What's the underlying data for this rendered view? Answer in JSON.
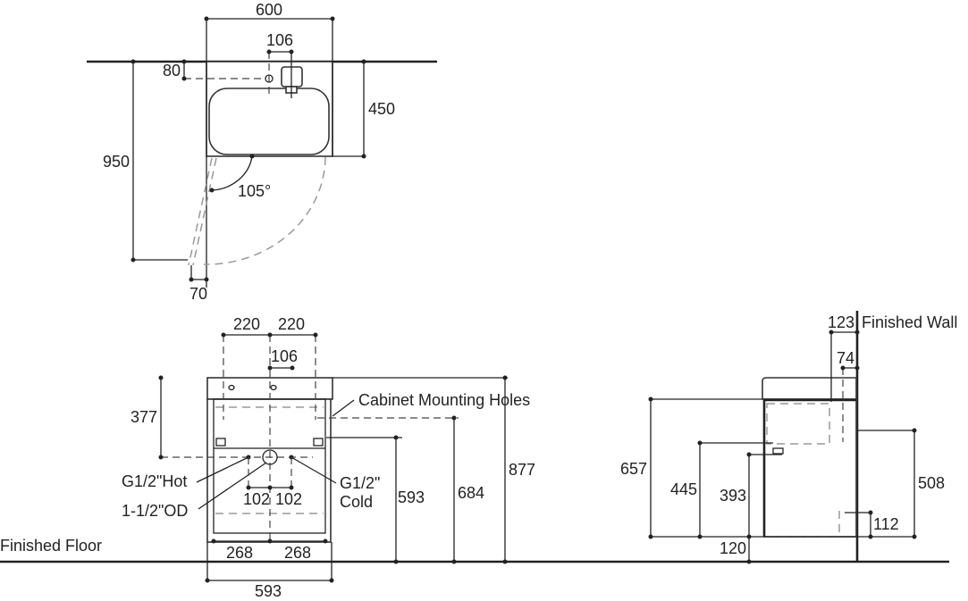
{
  "top_view": {
    "width": "600",
    "tap_offset": "106",
    "wall_offset": "80",
    "depth": "450",
    "door_clearance": "950",
    "door_angle": "105°",
    "door_projection": "70"
  },
  "front_view": {
    "hole_spacing_left": "220",
    "hole_spacing_right": "220",
    "tap_offset": "106",
    "waste_height_from_top": "377",
    "mounting_holes_label": "Cabinet Mounting Holes",
    "hot_label": "G1/2\"Hot",
    "waste_label": "1-1/2\"OD",
    "cold_label_line1": "G1/2\"",
    "cold_label_line2": "Cold",
    "hot_spacing": "102",
    "cold_spacing": "102",
    "height_593": "593",
    "height_684": "684",
    "height_877": "877",
    "foot_left": "268",
    "foot_right": "268",
    "overall_width": "593",
    "floor_label": "Finished Floor"
  },
  "side_view": {
    "wall_label": "Finished Wall",
    "depth_123": "123",
    "depth_74": "74",
    "height_657": "657",
    "height_445": "445",
    "height_393": "393",
    "height_120": "120",
    "height_508": "508",
    "height_112": "112"
  }
}
